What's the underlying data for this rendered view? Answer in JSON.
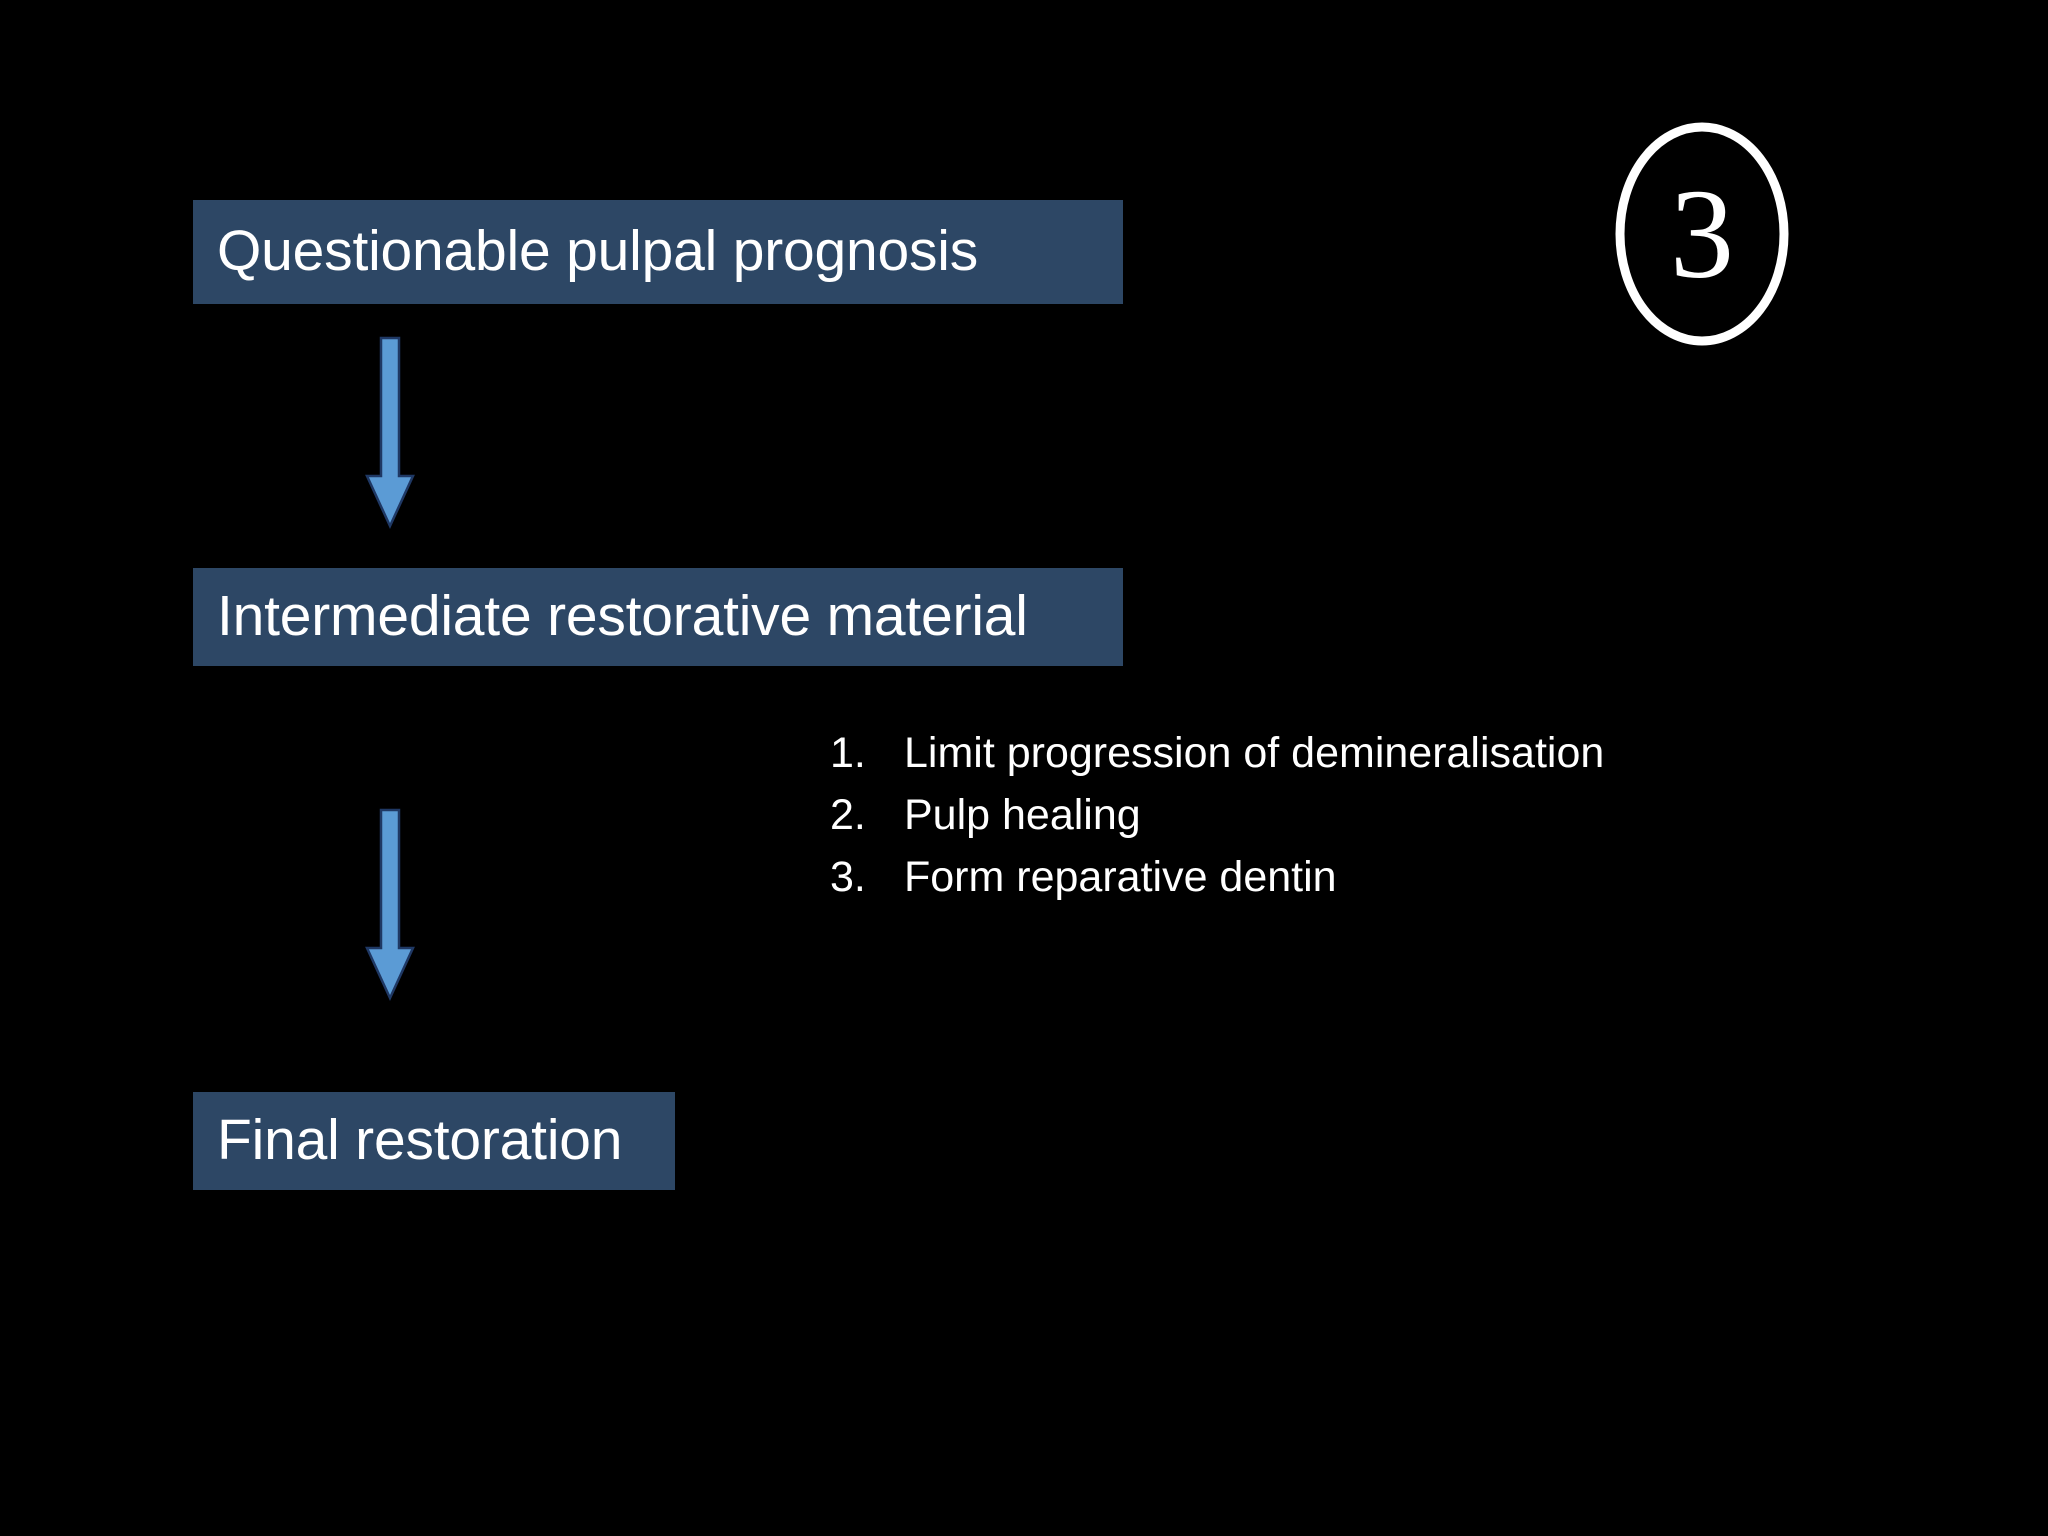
{
  "slide": {
    "background_color": "#000000",
    "step_badge": {
      "number": "3",
      "shape": "ellipse-outline",
      "stroke_color": "#ffffff"
    },
    "flow": {
      "box_fill_color": "#2d4765",
      "box_text_color": "#ffffff",
      "arrow_fill_color": "#5b9bd5",
      "arrow_stroke_color": "#1f3864",
      "steps": [
        {
          "label": "Questionable pulpal prognosis"
        },
        {
          "label": "Intermediate restorative material"
        },
        {
          "label": "Final restoration"
        }
      ],
      "arrows": [
        {
          "direction": "down"
        },
        {
          "direction": "down"
        }
      ]
    },
    "objectives": {
      "items": [
        {
          "marker": "1.",
          "text": "Limit progression of demineralisation"
        },
        {
          "marker": "2.",
          "text": "Pulp healing"
        },
        {
          "marker": "3.",
          "text": "Form reparative dentin"
        }
      ]
    }
  }
}
